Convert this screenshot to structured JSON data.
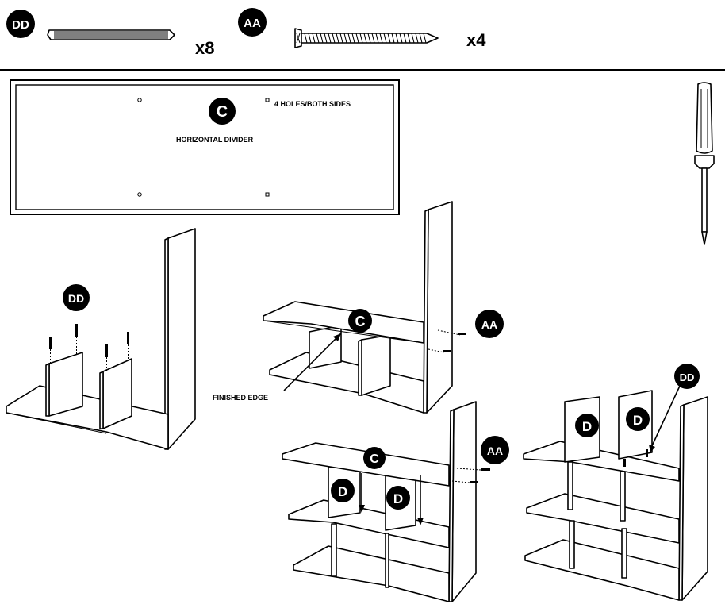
{
  "parts": {
    "dowel": {
      "code": "DD",
      "quantity": "x8",
      "icon": "wooden-dowel-icon"
    },
    "screw": {
      "code": "AA",
      "quantity": "x4",
      "icon": "cam-screw-icon"
    }
  },
  "panel_c": {
    "badge": "C",
    "name": "HORIZONTAL DIVIDER",
    "holes_note": "4 HOLES/BOTH SIDES"
  },
  "tool": {
    "icon": "screwdriver-icon"
  },
  "steps": {
    "step1": {
      "badge": "DD"
    },
    "step2": {
      "badge_c": "C",
      "badge_screw": "AA",
      "callout": "FINISHED EDGE"
    },
    "step3": {
      "badge_c": "C",
      "badge_screw": "AA",
      "badge_d1": "D",
      "badge_d2": "D"
    },
    "step4": {
      "badge_d1": "D",
      "badge_d2": "D",
      "badge_dowel": "DD"
    }
  },
  "colors": {
    "ink": "#000000",
    "paper": "#ffffff"
  }
}
